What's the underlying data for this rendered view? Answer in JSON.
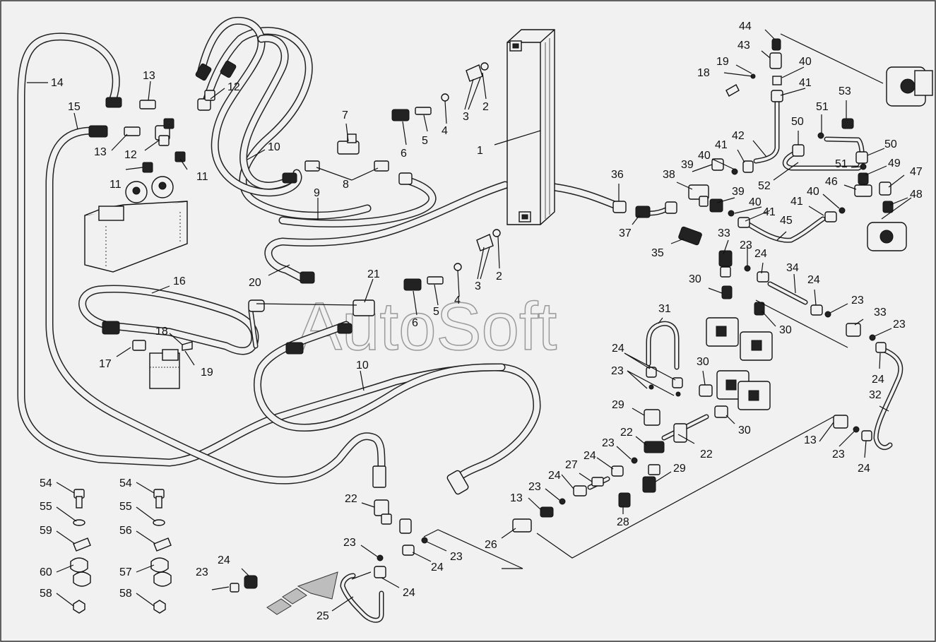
{
  "watermark": "AutoSoft",
  "callouts": [
    {
      "text": "1"
    },
    {
      "text": "2"
    },
    {
      "text": "2"
    },
    {
      "text": "3"
    },
    {
      "text": "3"
    },
    {
      "text": "4"
    },
    {
      "text": "4"
    },
    {
      "text": "5"
    },
    {
      "text": "5"
    },
    {
      "text": "6"
    },
    {
      "text": "6"
    },
    {
      "text": "7"
    },
    {
      "text": "8"
    },
    {
      "text": "9"
    },
    {
      "text": "10"
    },
    {
      "text": "10"
    },
    {
      "text": "11"
    },
    {
      "text": "11"
    },
    {
      "text": "12"
    },
    {
      "text": "12"
    },
    {
      "text": "13"
    },
    {
      "text": "13"
    },
    {
      "text": "13"
    },
    {
      "text": "13"
    },
    {
      "text": "14"
    },
    {
      "text": "15"
    },
    {
      "text": "16"
    },
    {
      "text": "17"
    },
    {
      "text": "18"
    },
    {
      "text": "18"
    },
    {
      "text": "19"
    },
    {
      "text": "19"
    },
    {
      "text": "20"
    },
    {
      "text": "21"
    },
    {
      "text": "22"
    },
    {
      "text": "22"
    },
    {
      "text": "22"
    },
    {
      "text": "23"
    },
    {
      "text": "23"
    },
    {
      "text": "23"
    },
    {
      "text": "23"
    },
    {
      "text": "23"
    },
    {
      "text": "23"
    },
    {
      "text": "23"
    },
    {
      "text": "23"
    },
    {
      "text": "23"
    },
    {
      "text": "23"
    },
    {
      "text": "24"
    },
    {
      "text": "24"
    },
    {
      "text": "24"
    },
    {
      "text": "24"
    },
    {
      "text": "24"
    },
    {
      "text": "24"
    },
    {
      "text": "24"
    },
    {
      "text": "24"
    },
    {
      "text": "24"
    },
    {
      "text": "24"
    },
    {
      "text": "25"
    },
    {
      "text": "26"
    },
    {
      "text": "27"
    },
    {
      "text": "28"
    },
    {
      "text": "29"
    },
    {
      "text": "29"
    },
    {
      "text": "30"
    },
    {
      "text": "30"
    },
    {
      "text": "30"
    },
    {
      "text": "30"
    },
    {
      "text": "31"
    },
    {
      "text": "32"
    },
    {
      "text": "33"
    },
    {
      "text": "33"
    },
    {
      "text": "34"
    },
    {
      "text": "35"
    },
    {
      "text": "36"
    },
    {
      "text": "37"
    },
    {
      "text": "38"
    },
    {
      "text": "39"
    },
    {
      "text": "39"
    },
    {
      "text": "40"
    },
    {
      "text": "40"
    },
    {
      "text": "40"
    },
    {
      "text": "40"
    },
    {
      "text": "41"
    },
    {
      "text": "41"
    },
    {
      "text": "41"
    },
    {
      "text": "41"
    },
    {
      "text": "42"
    },
    {
      "text": "43"
    },
    {
      "text": "44"
    },
    {
      "text": "45"
    },
    {
      "text": "46"
    },
    {
      "text": "47"
    },
    {
      "text": "48"
    },
    {
      "text": "49"
    },
    {
      "text": "50"
    },
    {
      "text": "50"
    },
    {
      "text": "51"
    },
    {
      "text": "51"
    },
    {
      "text": "52"
    },
    {
      "text": "53"
    },
    {
      "text": "54"
    },
    {
      "text": "54"
    },
    {
      "text": "55"
    },
    {
      "text": "55"
    },
    {
      "text": "56"
    },
    {
      "text": "57"
    },
    {
      "text": "58"
    },
    {
      "text": "58"
    },
    {
      "text": "59"
    },
    {
      "text": "60"
    }
  ]
}
